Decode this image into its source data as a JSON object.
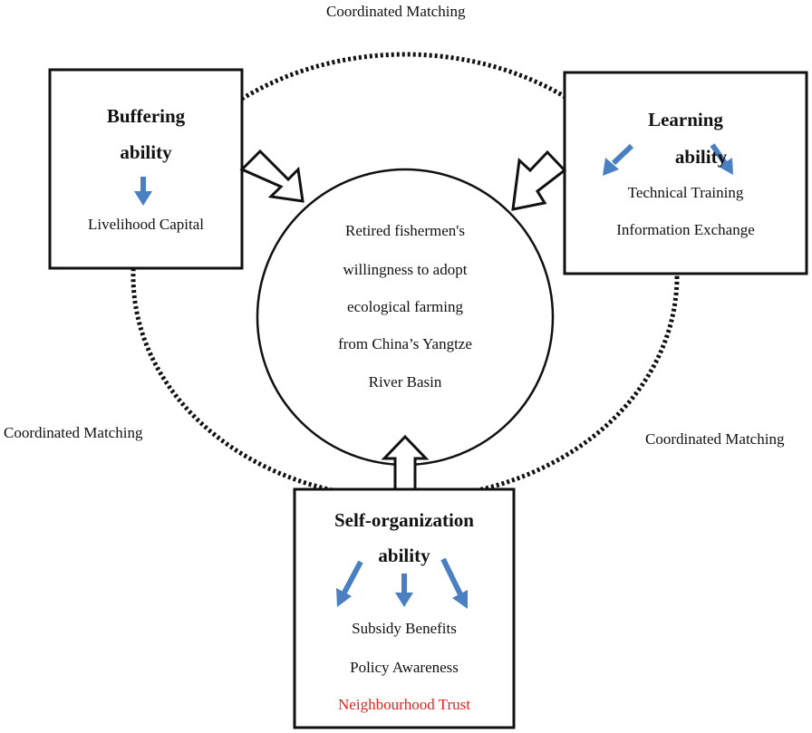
{
  "coordination": {
    "top": "Coordinated Matching",
    "left": "Coordinated Matching",
    "right": "Coordinated Matching"
  },
  "buffering": {
    "title_line1": "Buffering",
    "title_line2": "ability",
    "items": [
      "Livelihood Capital"
    ]
  },
  "learning": {
    "title_line1": "Learning",
    "title_line2": "ability",
    "items": [
      "Technical Training",
      "Information Exchange"
    ]
  },
  "self_org": {
    "title_line1": "Self-organization",
    "title_line2": "ability",
    "items": [
      "Subsidy Benefits",
      "Policy Awareness",
      "Neighbourhood Trust"
    ]
  },
  "center": {
    "lines": [
      "Retired fishermen's",
      "willingness to adopt",
      "ecological farming",
      "from China’s Yangtze",
      "River Basin"
    ]
  },
  "colors": {
    "arrow_blue": "#4a7fc1",
    "highlight_red": "#e8231f",
    "stroke": "#111111"
  }
}
